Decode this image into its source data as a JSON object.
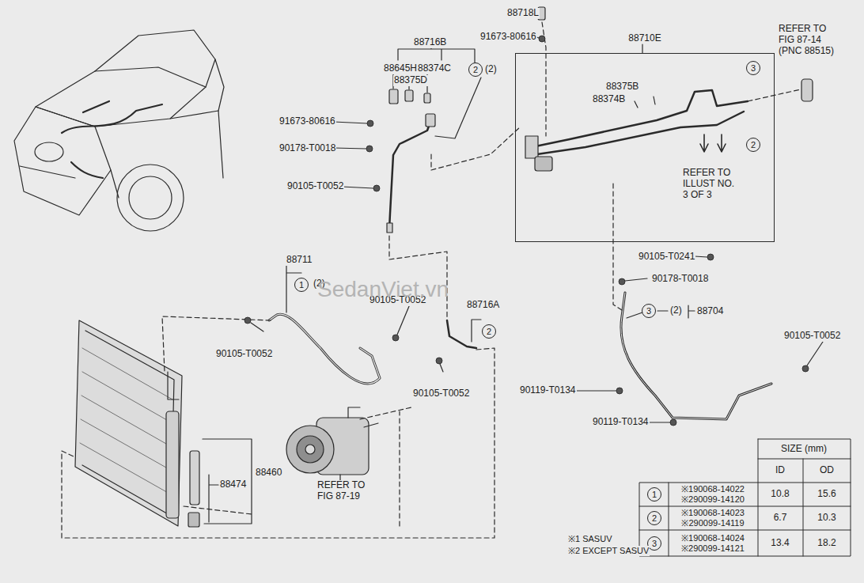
{
  "diagram": {
    "nodes": [
      {
        "text": [
          "2"
        ]
      },
      {
        "text": [
          "88710E"
        ]
      },
      {
        "text": [
          "3"
        ],
        "in": 1
      },
      {
        "text": [
          "2"
        ],
        "in": 1
      },
      {
        "text": [
          "1"
        ]
      },
      {
        "text": [
          "2"
        ]
      },
      {
        "text": [
          "3"
        ]
      },
      {
        "text": [
          "1"
        ]
      },
      {
        "text": [
          "2"
        ]
      },
      {
        "text": [
          "3"
        ]
      }
    ],
    "labels": [
      "88718L",
      "91673-80616",
      "88716B",
      "88645H",
      "88374C",
      "(2)",
      "88375D",
      "91673-80616",
      "90178-T0018",
      "90105-T0052",
      "88375B",
      "88374B",
      "REFER TO ILLUST NO. 3 OF 3",
      "REFER TO FIG 87-14 (PNC 88515)",
      "90105-T0241",
      "90178-T0018",
      "(2)",
      "88704",
      "88711",
      "(2)",
      "90105-T0052",
      "88716A",
      "90105-T0052",
      "90105-T0052",
      "90105-T0052",
      "90119-T0134",
      "90119-T0134",
      "88460",
      "88474",
      "REFER TO FIG 87-19",
      "SIZE (mm)",
      "ID",
      "OD",
      "※190068-14022 ※290099-14120",
      "10.8",
      "15.6",
      "※190068-14023 ※290099-14119",
      "6.7",
      "10.3",
      "※190068-14024 ※290099-14121",
      "13.4",
      "18.2",
      "※1 SASUV",
      "※2 EXCEPT SASUV",
      "SedanViet.vn"
    ]
  }
}
